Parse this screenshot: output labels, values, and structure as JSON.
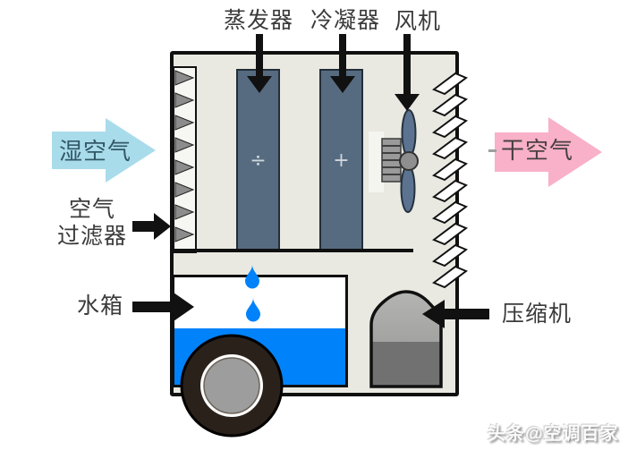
{
  "labels": {
    "evaporator": "蒸发器",
    "condenser": "冷凝器",
    "fan": "风机",
    "wet_air": "湿空气",
    "dry_air": "干空气",
    "air_filter_line1": "空气",
    "air_filter_line2": "过滤器",
    "water_tank": "水箱",
    "compressor": "压缩机"
  },
  "symbols": {
    "evaporator": "÷",
    "condenser": "+"
  },
  "watermark": "头条@空调百家",
  "colors": {
    "wet_air_arrow": "#a9dcea",
    "dry_air_arrow": "#f8b1c8",
    "water": "#0082fa",
    "coil": "#566b80",
    "cabinet_fill": "#e9e9e2",
    "annotation_arrow": "#111111",
    "tire": "#2a211a"
  }
}
